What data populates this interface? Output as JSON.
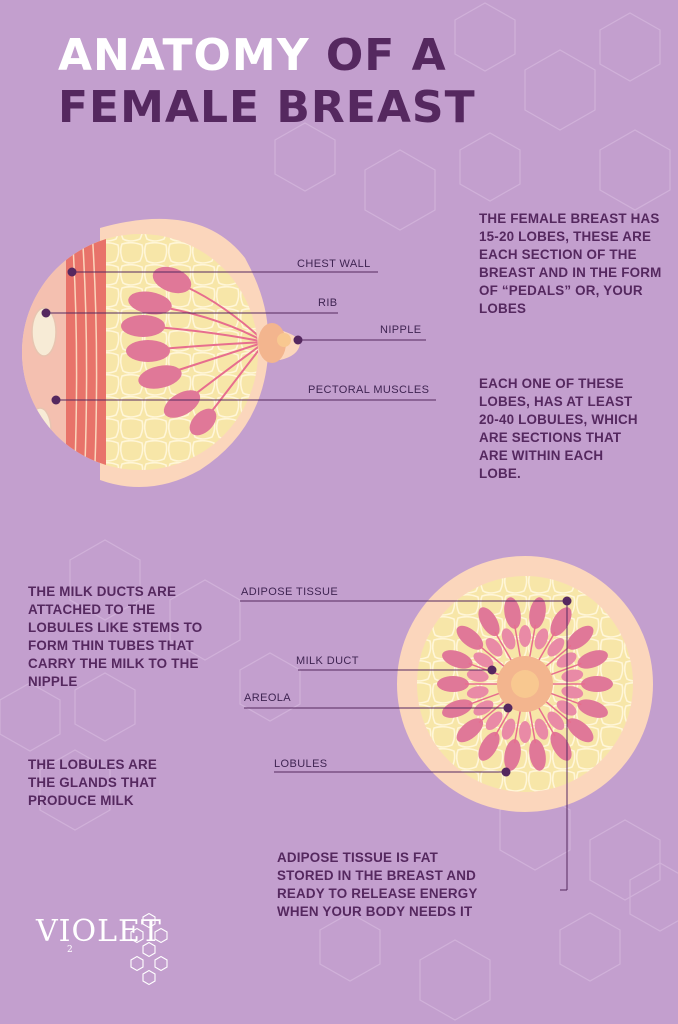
{
  "title": {
    "line1_white": "ANATOMY",
    "line1_dark": "OF A",
    "line2": "FEMALE BREAST"
  },
  "labels_side": {
    "chest_wall": "CHEST WALL",
    "rib": "RIB",
    "nipple": "NIPPLE",
    "pectoral_muscles": "PECTORAL MUSCLES"
  },
  "labels_front": {
    "adipose_tissue": "ADIPOSE TISSUE",
    "milk_duct": "MILK DUCT",
    "areola": "AREOLA",
    "lobules": "LOBULES"
  },
  "paragraphs": {
    "lobes": "THE FEMALE BREAST HAS 15-20 LOBES, THESE ARE EACH SECTION OF THE BREAST AND IN THE FORM OF “PEDALS” OR, YOUR LOBES",
    "lobules_count": "EACH ONE OF THESE LOBES, HAS AT LEAST 20-40 LOBULES, WHICH ARE SECTIONS THAT ARE WITHIN EACH LOBE.",
    "milk_ducts": "THE MILK DUCTS ARE ATTACHED TO THE LOBULES LIKE STEMS TO FORM THIN TUBES THAT CARRY THE MILK TO THE NIPPLE",
    "lobules_glands": "THE LOBULES ARE THE GLANDS THAT PRODUCE MILK",
    "adipose": "ADIPOSE TISSUE IS FAT STORED IN THE BREAST AND READY TO RELEASE ENERGY WHEN YOUR BODY NEEDS IT"
  },
  "logo": {
    "text": "VIOLET",
    "subscript": "2"
  },
  "colors": {
    "background": "#c39fce",
    "title_dark": "#55285f",
    "line": "#55285f",
    "skin": "#fbd6bc",
    "fat": "#f7e6a8",
    "lobule": "#e07898",
    "muscle": "#e8736a"
  }
}
